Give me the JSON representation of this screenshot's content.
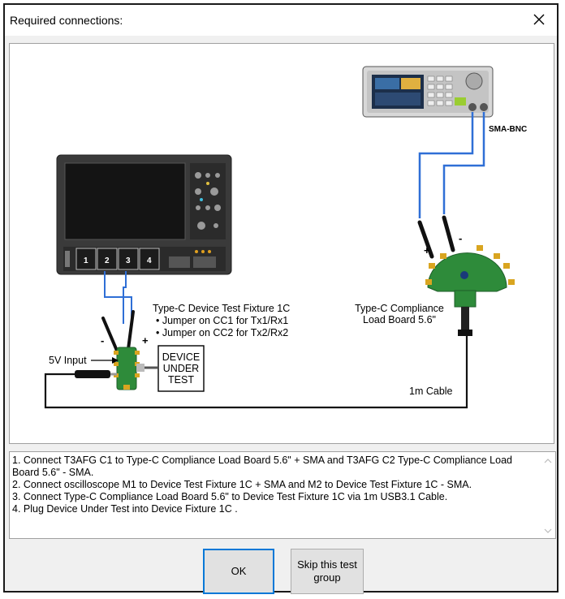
{
  "window": {
    "title": "Required connections:",
    "close_icon": "close-icon"
  },
  "diagram": {
    "fixture_label_1": "Type-C Device Test Fixture 1C",
    "fixture_label_2": "• Jumper on CC1 for Tx1/Rx1",
    "fixture_label_3": "• Jumper on CC2 for Tx2/Rx2",
    "load_board_label_1": "Type-C Compliance",
    "load_board_label_2": "Load Board 5.6\"",
    "sma_bnc": "SMA-BNC",
    "input_label": "5V Input",
    "dut_1": "DEVICE",
    "dut_2": "UNDER",
    "dut_3": "TEST",
    "cable_label": "1m Cable",
    "plus": "+",
    "minus": "-",
    "channels": [
      "1",
      "2",
      "3",
      "4"
    ]
  },
  "instructions": {
    "lines": [
      "1. Connect T3AFG C1 to Type-C Compliance Load Board 5.6\" + SMA and T3AFG C2 Type-C Compliance Load Board 5.6\" - SMA.",
      "2. Connect oscilloscope M1 to Device Test Fixture 1C + SMA and M2 to Device Test Fixture 1C - SMA.",
      "3. Connect Type-C Compliance Load Board 5.6\"  to Device Test Fixture 1C via 1m USB3.1 Cable.",
      "4. Plug Device Under Test into Device Fixture 1C ."
    ]
  },
  "buttons": {
    "ok": "OK",
    "skip": "Skip this test group"
  },
  "colors": {
    "cable_blue": "#2f6fd6",
    "board_green": "#2e8b3a",
    "connector_gold": "#d9a520",
    "accent": "#0078d7"
  }
}
